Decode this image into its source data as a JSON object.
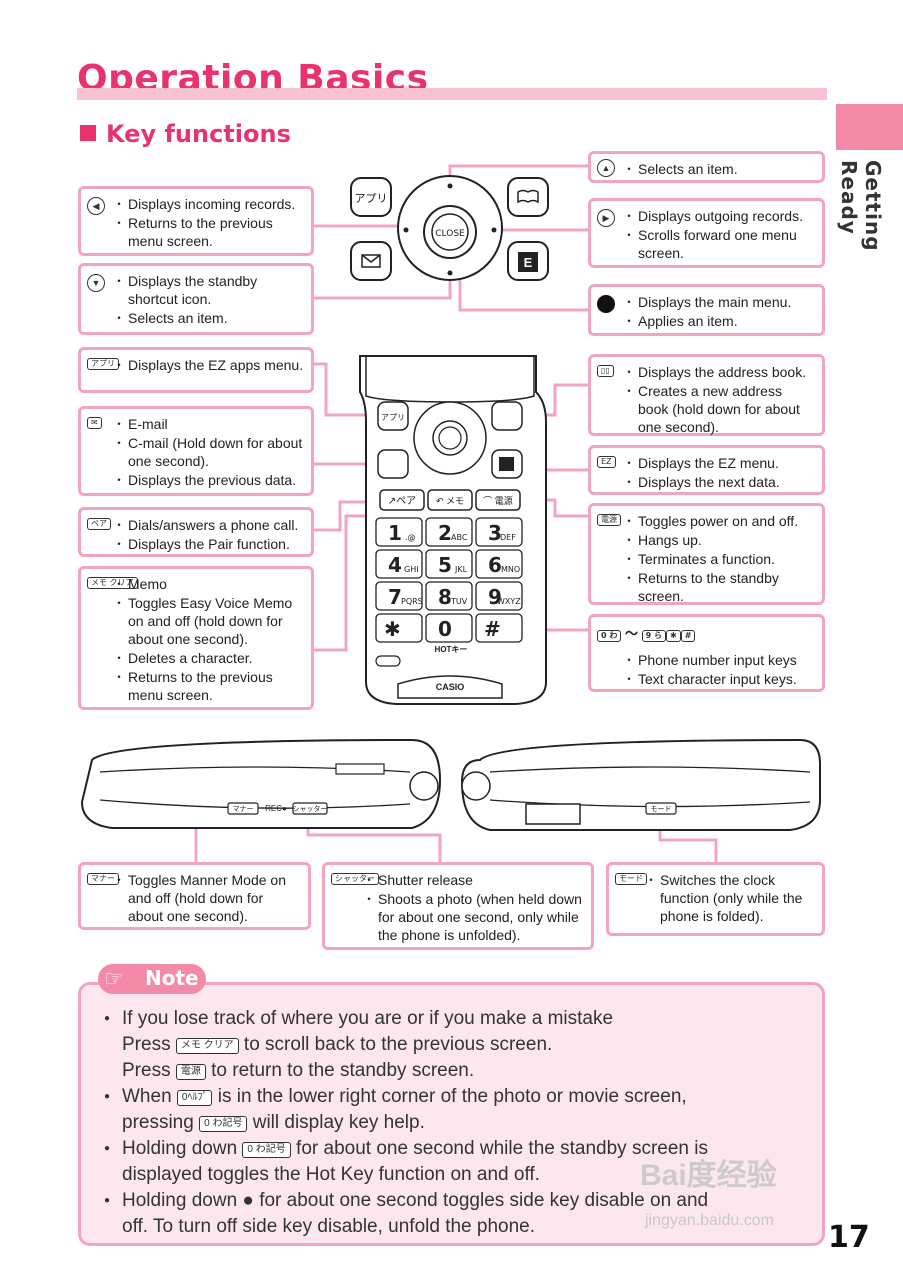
{
  "header": {
    "title": "Operation Basics",
    "section": "Key functions",
    "side_label": "Getting Ready"
  },
  "keys": {
    "appli": "アプリ",
    "mail": "✉",
    "book": "📖",
    "ez": "EZ",
    "pair": "ペア",
    "memo": "メモ クリア",
    "power": "電源",
    "manner": "マナー",
    "shutter": "シャッター",
    "mode": "モード",
    "rec": "REC●",
    "hot": "HOTキー",
    "casio": "CASIO",
    "num_range": "〜"
  },
  "boxes": {
    "left_key": [
      "Displays incoming records.",
      "Returns to the previous menu screen."
    ],
    "down_key": [
      "Displays the standby shortcut icon.",
      "Selects an item."
    ],
    "appli_key": [
      "Displays the EZ apps menu."
    ],
    "mail_key": [
      "E-mail",
      "C-mail (Hold down for about one second).",
      "Displays the previous data."
    ],
    "pair_key": [
      "Dials/answers a phone call.",
      "Displays the Pair function."
    ],
    "memo_key": [
      "Memo",
      "Toggles Easy Voice Memo on and off (hold down for about one second).",
      "Deletes a character.",
      "Returns to the previous menu screen."
    ],
    "up_key": [
      "Selects an item."
    ],
    "right_key": [
      "Displays outgoing records.",
      "Scrolls forward one menu screen."
    ],
    "center_key": [
      "Displays the main menu.",
      "Applies an item."
    ],
    "book_key": [
      "Displays the address book.",
      "Creates a new address book (hold down for about one second)."
    ],
    "ez_key": [
      "Displays the EZ menu.",
      "Displays the next data."
    ],
    "power_key": [
      "Toggles power on and off.",
      "Hangs up.",
      "Terminates a function.",
      "Returns to the standby screen."
    ],
    "number_keys": [
      "Phone number input keys",
      "Text character input keys."
    ],
    "manner_key": [
      "Toggles Manner Mode on and off (hold down for about one second)."
    ],
    "shutter_key": [
      "Shutter release",
      "Shoots a photo (when held down for about one second, only while the phone is unfolded)."
    ],
    "mode_key": [
      "Switches the clock function (only while the phone is folded)."
    ]
  },
  "note": {
    "label": "Note",
    "items": [
      {
        "a": "If you lose track of where you are or if you make a mistake"
      },
      {
        "a": "Press",
        "k": "メモ クリア",
        "b": "to scroll back to the previous screen."
      },
      {
        "a": "Press",
        "k": "電源",
        "b": "to return to the standby screen."
      },
      {
        "a": "When",
        "k": "0ﾍﾙﾌﾟ",
        "b": "is in the lower right corner of the photo or movie screen,"
      },
      {
        "a": "pressing",
        "k": "0 わ記号",
        "b": "will display key help."
      },
      {
        "a": "Holding down",
        "k": "0 わ記号",
        "b": "for about one second while the standby screen is"
      },
      {
        "a": "displayed toggles the Hot Key function on and off."
      },
      {
        "a": "Holding down",
        "k": "●",
        "b": "for about one second toggles side key disable on and"
      },
      {
        "a": "off. To turn off side key disable, unfold the phone."
      }
    ]
  },
  "page_number": "17",
  "watermark": {
    "big": "Bai度经验",
    "small": "jingyan.baidu.com"
  }
}
